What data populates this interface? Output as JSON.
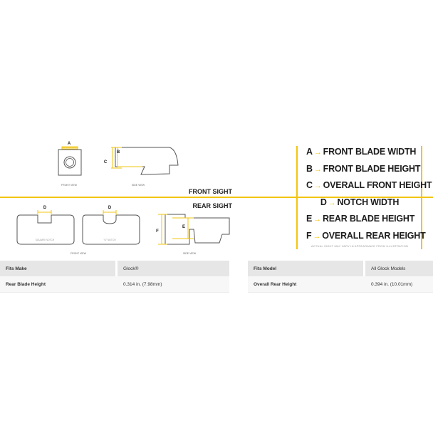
{
  "front_sight": {
    "title": "FRONT SIGHT",
    "dimension_a": "A",
    "dimension_b": "B",
    "dimension_c": "C",
    "front_view_caption": "FRONT VIEW",
    "side_view_caption": "SIDE VIEW"
  },
  "rear_sight": {
    "title": "REAR SIGHT",
    "dimension_d_square": "D",
    "dimension_d_u": "D",
    "dimension_e": "E",
    "dimension_f": "F",
    "square_notch_caption": "SQUARE NOTCH",
    "u_notch_caption": "\"U\" NOTCH",
    "front_view_caption": "FRONT VIEW",
    "side_view_caption": "SIDE VIEW"
  },
  "legend": {
    "items": [
      {
        "letter": "A",
        "arrow": "→",
        "label": "FRONT BLADE WIDTH"
      },
      {
        "letter": "B",
        "arrow": "→",
        "label": "FRONT BLADE HEIGHT"
      },
      {
        "letter": "C",
        "arrow": "→",
        "label": "OVERALL FRONT HEIGHT"
      },
      {
        "letter": "D",
        "arrow": "→",
        "label": "NOTCH WIDTH"
      },
      {
        "letter": "E",
        "arrow": "→",
        "label": "REAR BLADE HEIGHT"
      },
      {
        "letter": "F",
        "arrow": "→",
        "label": "OVERALL REAR HEIGHT"
      }
    ],
    "note": "ACTUAL SIGHT MAY VARY IN APPEARANCE FROM ILLUSTRATION"
  },
  "specs_left": {
    "header_label": "Fits Make",
    "header_value": "Glock®",
    "row_label": "Rear Blade Height",
    "row_value": "0.314 in. (7.98mm)"
  },
  "specs_right": {
    "header_label": "Fits Model",
    "header_value": "All Glock Models",
    "row_label": "Overall Rear Height",
    "row_value": "0.394 in. (10.01mm)"
  },
  "colors": {
    "accent": "#f2c511",
    "outline": "#555555",
    "header_bg": "#e6e6e6"
  }
}
